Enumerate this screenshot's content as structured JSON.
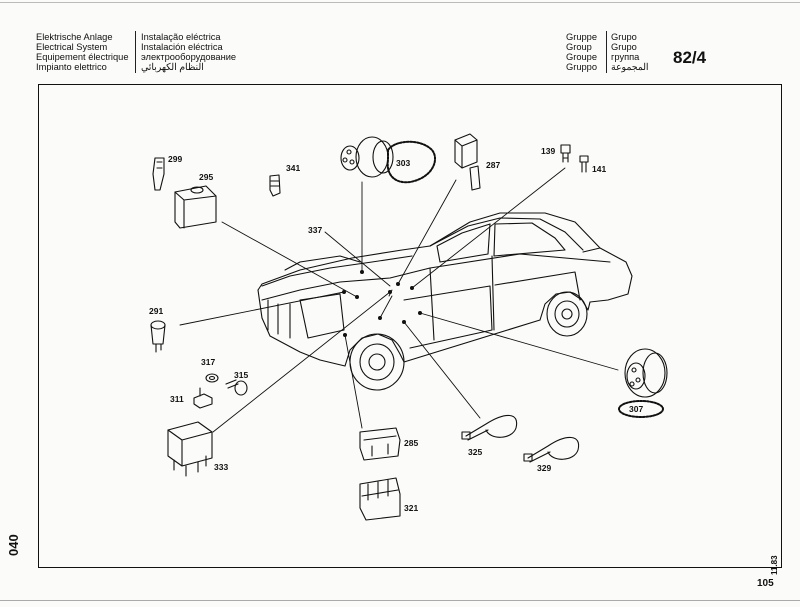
{
  "header": {
    "system_labels": [
      "Elektrische Anlage",
      "Electrical System",
      "Equipement électrique",
      "Impianto elettrico"
    ],
    "system_labels_2": [
      "Instalação eléctrica",
      "Instalación eléctrica",
      "электрооборудование",
      "النظام الكهربائي"
    ],
    "group_labels": [
      "Gruppe",
      "Group",
      "Groupe",
      "Gruppo"
    ],
    "group_labels_2": [
      "Grupo",
      "Grupo",
      "группа",
      "المجموعة"
    ],
    "group_code": "82/4"
  },
  "parts": {
    "p299": "299",
    "p295": "295",
    "p341": "341",
    "p303": "303",
    "p287": "287",
    "p139": "139",
    "p141": "141",
    "p337": "337",
    "p291": "291",
    "p317": "317",
    "p315": "315",
    "p311": "311",
    "p333": "333",
    "p285": "285",
    "p325": "325",
    "p329": "329",
    "p321": "321",
    "p307": "307"
  },
  "footer": {
    "side_label": "040",
    "date": "11.83",
    "page_number": "105"
  }
}
